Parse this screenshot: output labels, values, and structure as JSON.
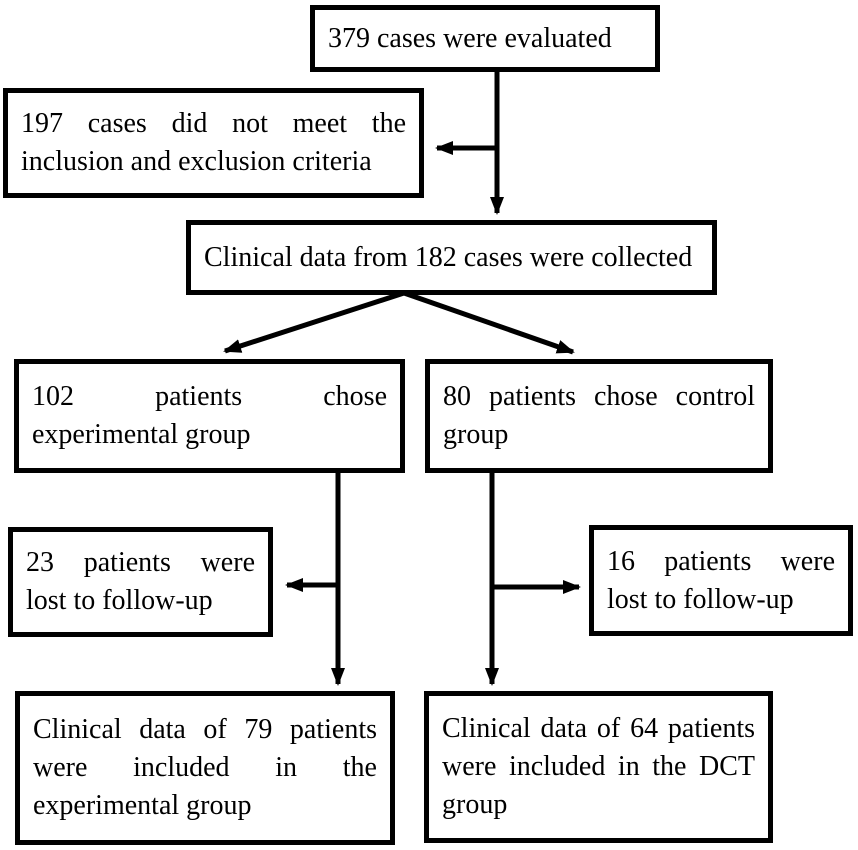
{
  "colors": {
    "line": "#000000",
    "box_border": "#000000",
    "text": "#000000",
    "background": "#ffffff"
  },
  "boxes": {
    "evaluated": {
      "lines": [
        "379 cases were evaluated"
      ]
    },
    "excluded": {
      "lines": [
        "197 cases did not meet the",
        "inclusion and exclusion criteria"
      ]
    },
    "collected": {
      "lines": [
        "Clinical data from 182 cases were collected"
      ]
    },
    "experimental": {
      "lines": [
        "102 patients chose",
        "experimental group"
      ]
    },
    "control": {
      "lines": [
        "80 patients chose control",
        "group"
      ]
    },
    "lost_experimental": {
      "lines": [
        "23 patients were",
        "lost to follow-up"
      ]
    },
    "lost_control": {
      "lines": [
        "16 patients were",
        "lost to follow-up"
      ]
    },
    "included_experimental": {
      "lines": [
        "Clinical data of 79 patients",
        "were included in the",
        "experimental group"
      ]
    },
    "included_control": {
      "lines": [
        "Clinical data of 64 patients",
        "were included in the DCT",
        "group"
      ]
    }
  }
}
